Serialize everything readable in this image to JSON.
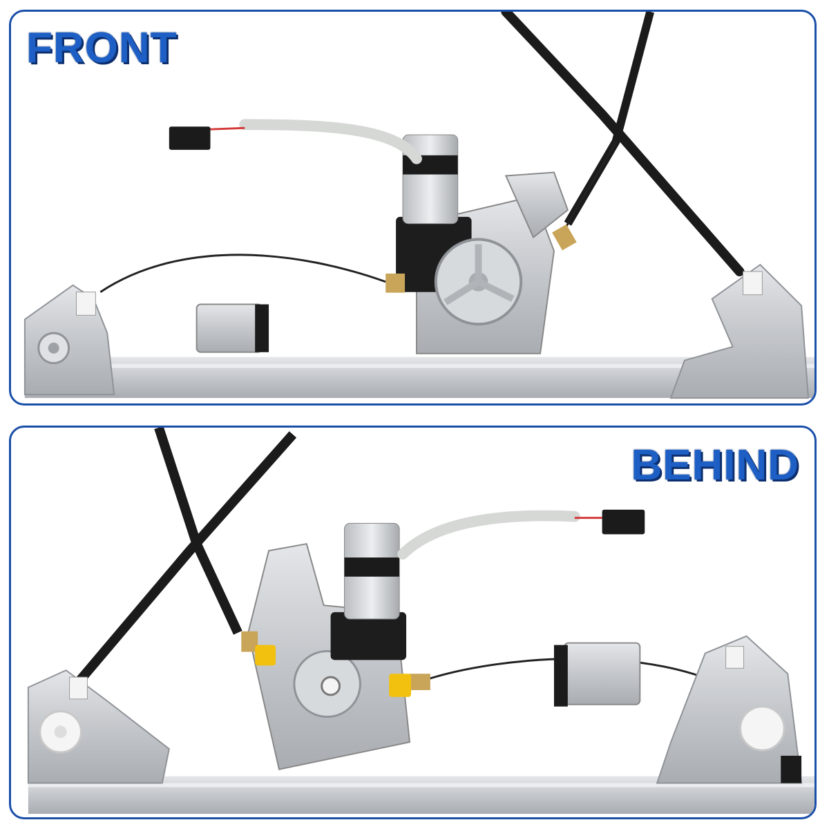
{
  "panels": {
    "front": {
      "label": "FRONT"
    },
    "behind": {
      "label": "BEHIND"
    }
  },
  "colors": {
    "border": "#1a4fa8",
    "label": "#1d5fc4",
    "label_shadow": "#0d2f6e",
    "metal": "#c9ccd0",
    "cable": "#1b1b1b",
    "wire_sleeve": "#d6d8d6",
    "spring": "#c9a55a",
    "clip": "#f2c10f"
  },
  "icons": [
    "window-regulator-photo-front",
    "window-regulator-photo-behind"
  ]
}
